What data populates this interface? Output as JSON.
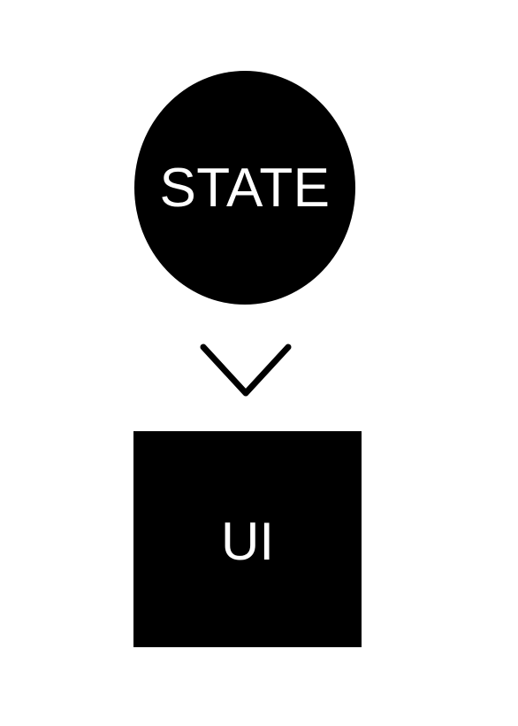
{
  "diagram": {
    "nodes": [
      {
        "id": "state",
        "label": "STATE",
        "shape": "circle"
      },
      {
        "id": "ui",
        "label": "UI",
        "shape": "square"
      }
    ],
    "edges": [
      {
        "from": "state",
        "to": "ui",
        "icon": "chevron-down-icon"
      }
    ],
    "colors": {
      "node_fill": "#000000",
      "node_text": "#ffffff",
      "background": "#ffffff",
      "connector": "#000000"
    }
  }
}
